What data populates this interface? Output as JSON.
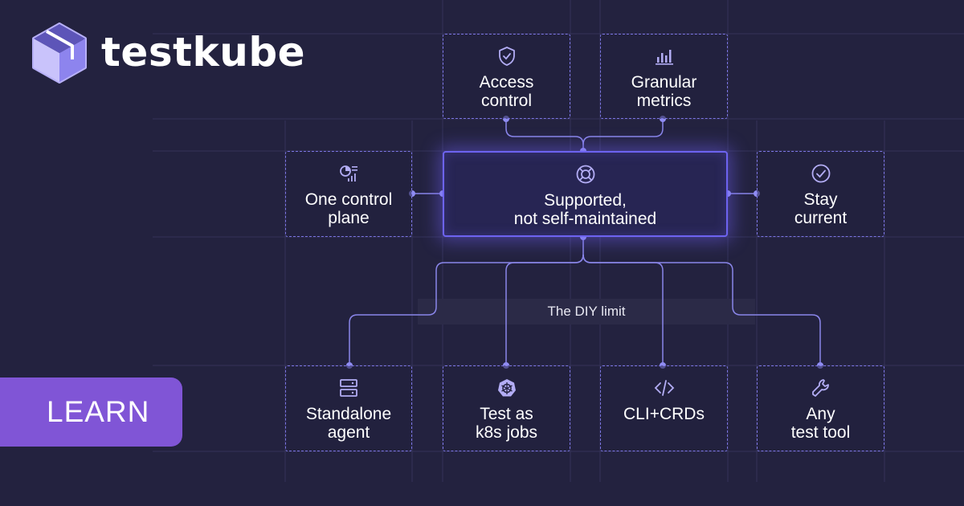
{
  "brand": {
    "name": "testkube"
  },
  "center_node": {
    "label": "Supported,\nnot self-maintained",
    "icon": "lifebuoy-icon"
  },
  "top_nodes": [
    {
      "label": "Access\ncontrol",
      "icon": "shield-check-icon"
    },
    {
      "label": "Granular\nmetrics",
      "icon": "bar-chart-icon"
    }
  ],
  "side_nodes": [
    {
      "label": "One control\nplane",
      "icon": "dashboard-chart-icon"
    },
    {
      "label": "Stay\ncurrent",
      "icon": "check-circle-icon"
    }
  ],
  "diy_label": "The DIY limit",
  "bottom_nodes": [
    {
      "label": "Standalone\nagent",
      "icon": "server-icon"
    },
    {
      "label": "Test as\nk8s jobs",
      "icon": "kubernetes-icon"
    },
    {
      "label": "CLI+CRDs",
      "icon": "code-icon"
    },
    {
      "label": "Any\ntest tool",
      "icon": "wrench-icon"
    }
  ],
  "cta": {
    "label": "LEARN"
  },
  "colors": {
    "background": "#23223f",
    "accent": "#7c76e4",
    "cta": "#8055d6"
  }
}
